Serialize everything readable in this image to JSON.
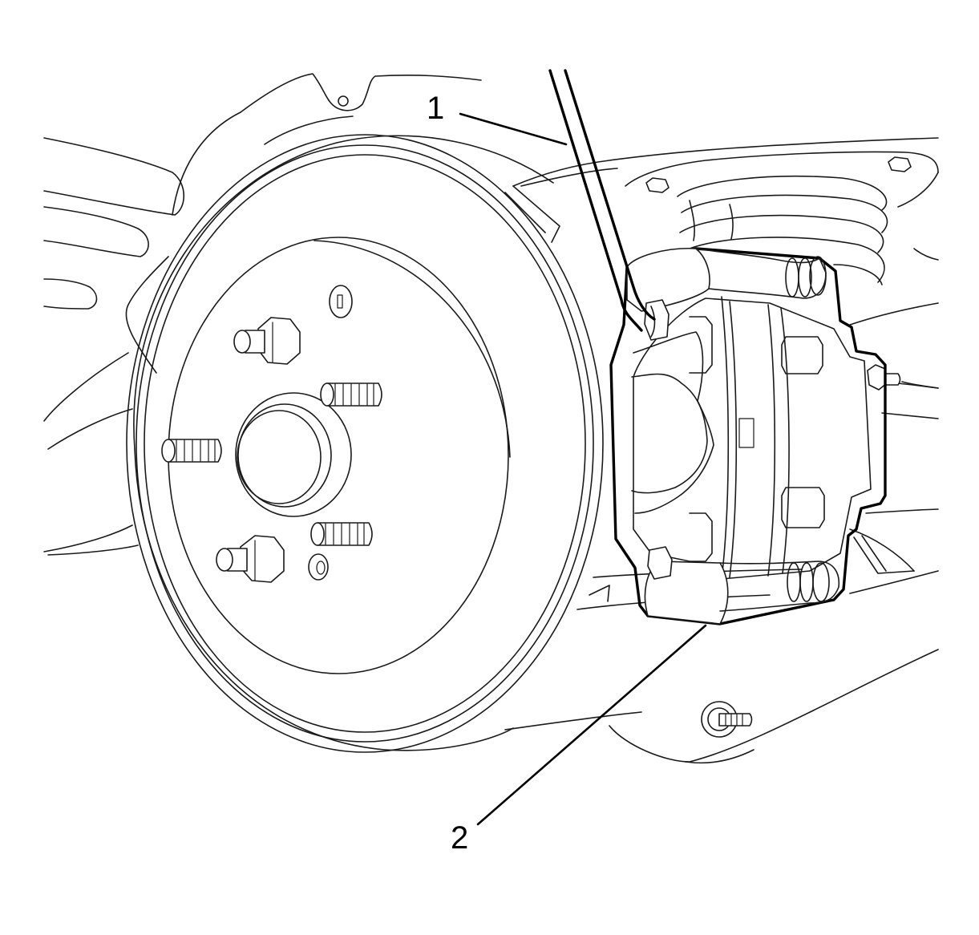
{
  "callouts": [
    {
      "label": "1",
      "part": "caliper-tool"
    },
    {
      "label": "2",
      "part": "brake-caliper"
    }
  ],
  "colors": {
    "line": "#1a1a1a",
    "highlight": "#000000",
    "background": "#ffffff"
  }
}
